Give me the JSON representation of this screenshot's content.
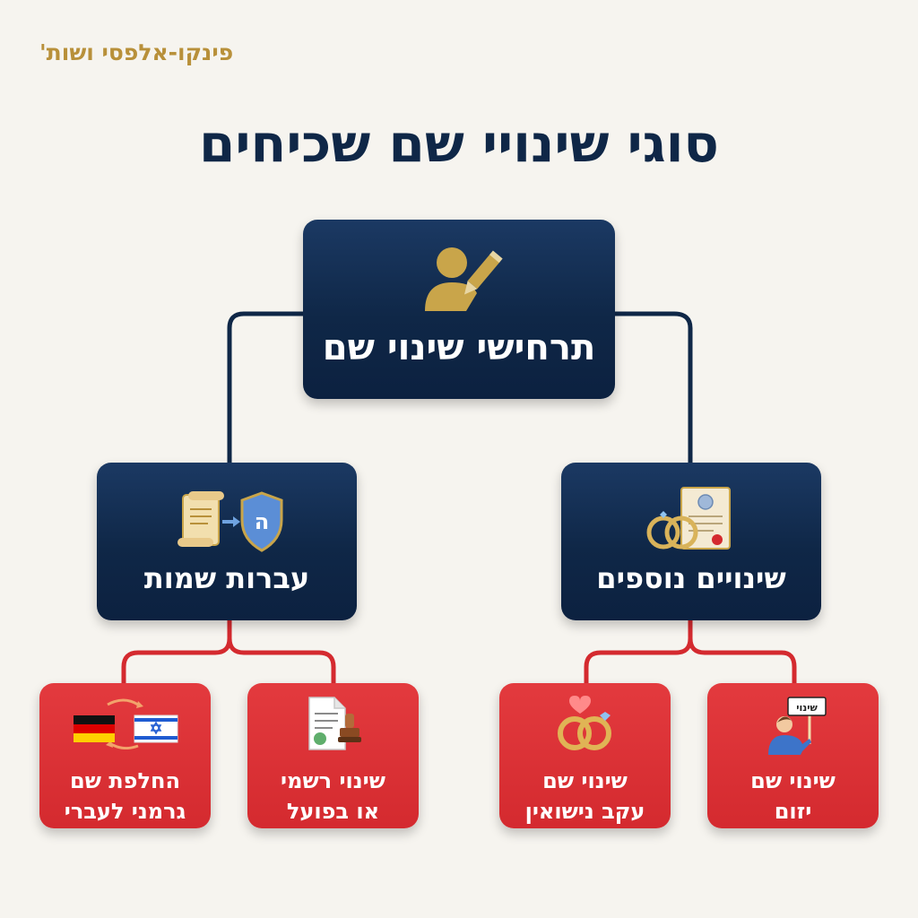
{
  "brand": "פינקו-אלפסי ושות'",
  "title": "סוגי שינויי שם שכיחים",
  "root": {
    "label": "תרחישי שינוי שם",
    "icon": "person-with-pen-icon"
  },
  "branches": {
    "hebraization": {
      "label": "עברות שמות",
      "icon": "scroll-to-shield-icon"
    },
    "other_changes": {
      "label": "שינויים נוספים",
      "icon": "rings-and-certificate-icon"
    }
  },
  "leaves": {
    "german_to_hebrew": {
      "line1": "החלפת שם",
      "line2": "גרמני לעברי",
      "icon": "flags-swap-icon"
    },
    "official_or_actual": {
      "line1": "שינוי רשמי",
      "line2": "או בפועל",
      "icon": "document-stamp-icon"
    },
    "after_marriage": {
      "line1": "שינוי שם",
      "line2": "עקב נישואין",
      "icon": "wedding-rings-heart-icon"
    },
    "initiated": {
      "line1": "שינוי שם",
      "line2": "יזום",
      "icon": "person-sign-icon",
      "sign_text": "שינוי"
    }
  },
  "colors": {
    "navy": "#0f2747",
    "red": "#d42a2f",
    "gold": "#c9a54a",
    "background": "#f6f4ef"
  }
}
